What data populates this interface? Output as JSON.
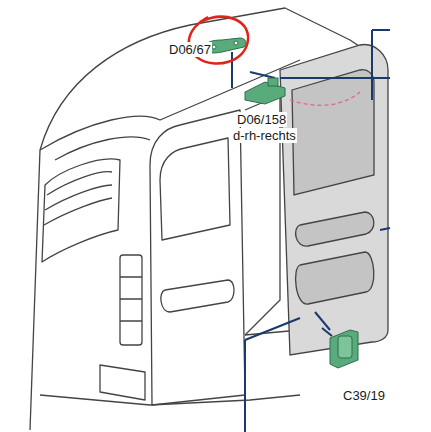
{
  "diagram": {
    "labels": [
      "D06/67",
      "D06/158",
      "d-rh-rechts",
      "C39/19"
    ]
  }
}
